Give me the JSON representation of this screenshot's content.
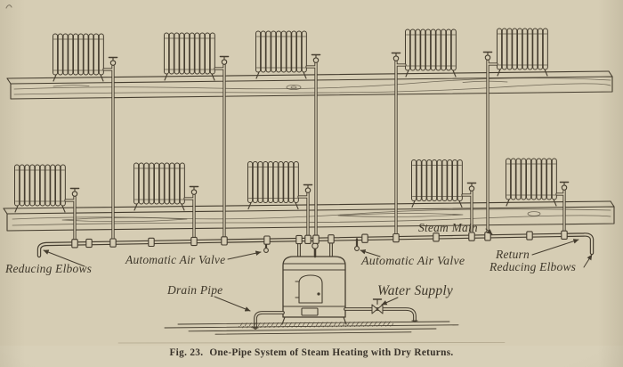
{
  "figure": {
    "caption_prefix": "Fig. 23.",
    "caption_title": "One-Pipe System of Steam Heating with Dry Returns."
  },
  "labels": {
    "reducing_elbows_left": "Reducing Elbows",
    "automatic_air_valve_left": "Automatic Air Valve",
    "drain_pipe": "Drain Pipe",
    "water_supply": "Water Supply",
    "automatic_air_valve_right": "Automatic Air Valve",
    "steam_main": "Steam Main",
    "return_label": "Return",
    "reducing_elbows_right": "Reducing Elbows"
  },
  "colors": {
    "paper": "#d6cdb4",
    "ink": "#453d2f"
  }
}
